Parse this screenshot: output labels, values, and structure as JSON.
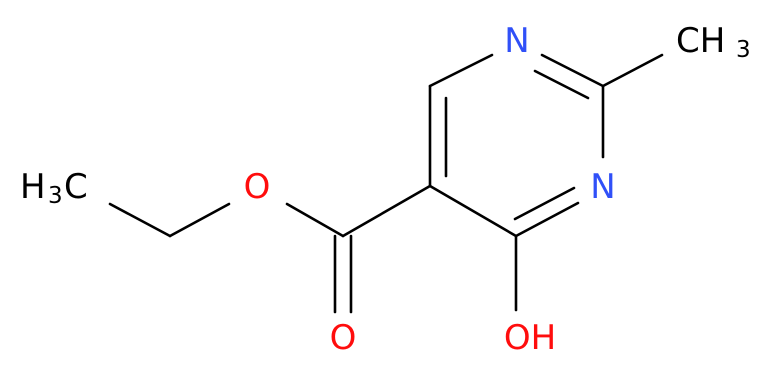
{
  "structure": {
    "atoms": {
      "n1": {
        "symbol": "N"
      },
      "n3": {
        "symbol": "N"
      },
      "methyl": {
        "symbol": "CH",
        "sub": "3"
      },
      "ethyl_methyl": {
        "symbol_main": "C",
        "prefix": "H",
        "sub": "3"
      },
      "ester_o": {
        "symbol": "O"
      },
      "carbonyl_o": {
        "symbol": "O"
      },
      "hydroxyl": {
        "symbol": "OH"
      }
    },
    "colors": {
      "carbon_bonds": "#000000",
      "nitrogen": "#3050F8",
      "oxygen": "#FF0D0D",
      "carbon_label": "#000000"
    }
  }
}
